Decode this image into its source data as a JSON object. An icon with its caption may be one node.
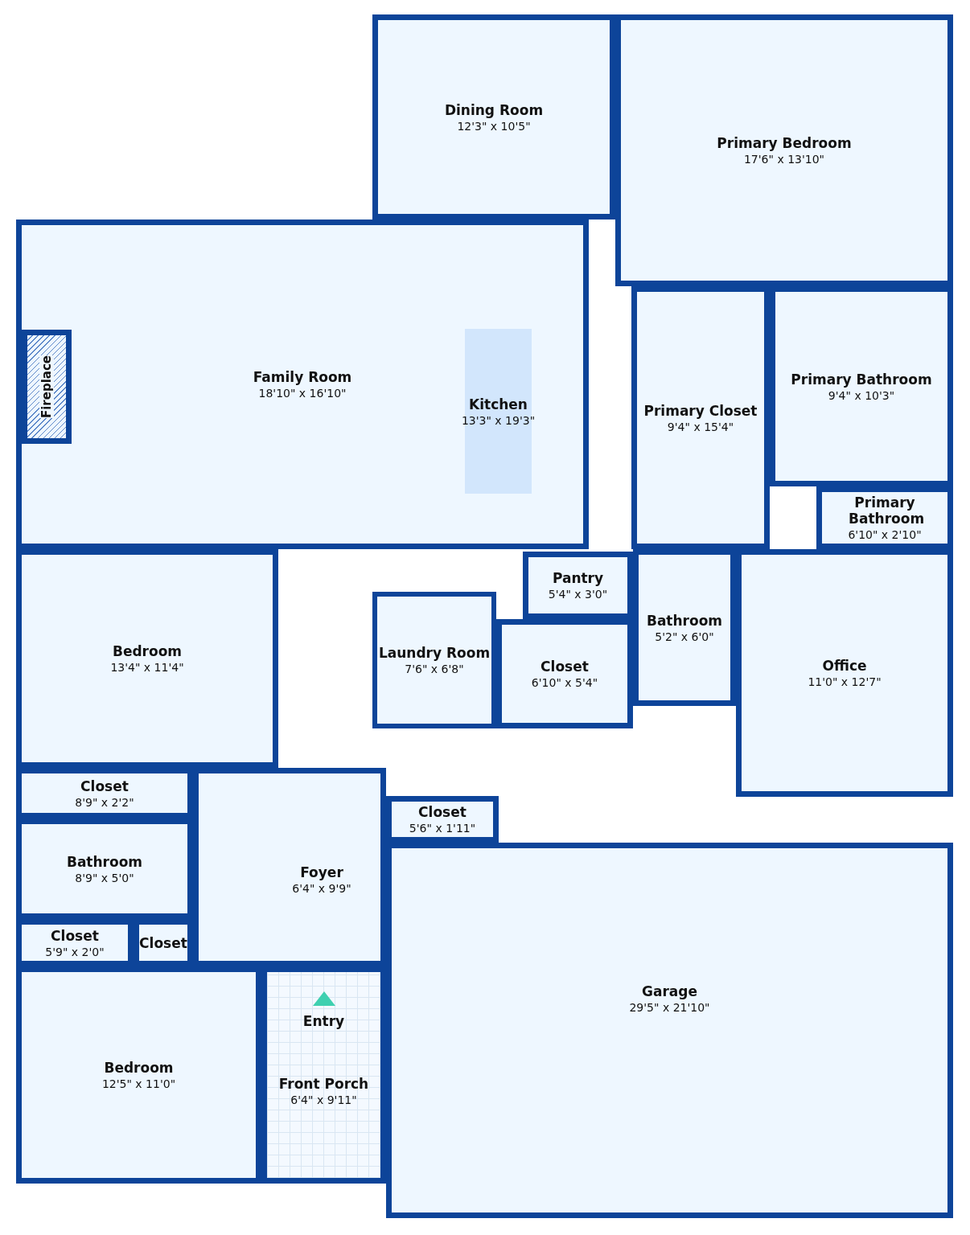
{
  "diagram": {
    "nodes": [
      {
        "text": [
          "Family Room",
          "18'10\" x 16'10\""
        ]
      },
      {
        "text": [
          "Fireplace"
        ],
        "in": 0
      },
      {
        "text": [
          "Dining Room",
          "12'3\" x 10'5\""
        ]
      },
      {
        "text": [
          "Primary Bedroom",
          "17'6\" x 13'10\""
        ]
      },
      {
        "text": [
          "Kitchen",
          "13'3\" x 19'3\""
        ],
        "in": 0
      },
      {
        "text": [
          "Primary Bathroom",
          "9'4\" x 10'3\""
        ]
      },
      {
        "text": [
          "Primary Closet",
          "9'4\" x 15'4\""
        ]
      },
      {
        "text": [
          "Primary Bathroom",
          "6'10\" x 2'10\""
        ]
      },
      {
        "text": [
          "Pantry",
          "5'4\" x 3'0\""
        ]
      },
      {
        "text": [
          "Laundry Room",
          "7'6\" x 6'8\""
        ]
      },
      {
        "text": [
          "Bedroom",
          "13'4\" x 11'4\""
        ]
      },
      {
        "text": [
          "Closet",
          "6'10\" x 5'4\""
        ]
      },
      {
        "text": [
          "Bathroom",
          "5'2\" x 6'0\""
        ]
      },
      {
        "text": [
          "Office",
          "11'0\" x 12'7\""
        ]
      },
      {
        "text": [
          "Closet",
          "8'9\" x 2'2\""
        ]
      },
      {
        "text": [
          "Closet",
          "5'6\" x 1'11\""
        ]
      },
      {
        "text": [
          "Bathroom",
          "8'9\" x 5'0\""
        ]
      },
      {
        "text": [
          "Foyer",
          "6'4\" x 9'9\""
        ]
      },
      {
        "text": [
          "Closet",
          "5'9\" x 2'0\""
        ]
      },
      {
        "text": [
          "Closet"
        ]
      },
      {
        "text": [
          "Garage",
          "29'5\" x 21'10\""
        ]
      },
      {
        "text": [
          "Bedroom",
          "12'5\" x 11'0\""
        ]
      },
      {
        "text": [
          "Front Porch",
          "6'4\" x 9'11\""
        ]
      }
    ],
    "labels": [
      "Entry"
    ]
  }
}
